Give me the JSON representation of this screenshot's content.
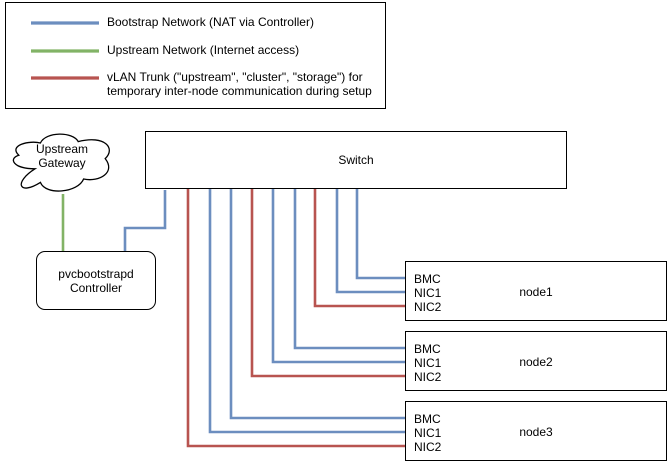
{
  "colors": {
    "bootstrap": "#6c8ebf",
    "upstream": "#82b366",
    "trunk": "#b85450",
    "outline": "#000000"
  },
  "legend": {
    "items": [
      {
        "key": "bootstrap",
        "label": "Bootstrap Network (NAT via Controller)"
      },
      {
        "key": "upstream",
        "label": "Upstream Network (Internet access)"
      },
      {
        "key": "trunk",
        "label": "vLAN Trunk (\"upstream\", \"cluster\", \"storage\") for",
        "label2": "temporary inter-node communication during setup"
      }
    ]
  },
  "cloud": {
    "line1": "Upstream",
    "line2": "Gateway"
  },
  "switch": {
    "label": "Switch"
  },
  "controller": {
    "line1": "pvcbootstrapd",
    "line2": "Controller"
  },
  "servers": [
    {
      "name": "node1",
      "ports": [
        "BMC",
        "NIC1",
        "NIC2"
      ]
    },
    {
      "name": "node2",
      "ports": [
        "BMC",
        "NIC1",
        "NIC2"
      ]
    },
    {
      "name": "node3",
      "ports": [
        "BMC",
        "NIC1",
        "NIC2"
      ]
    }
  ]
}
